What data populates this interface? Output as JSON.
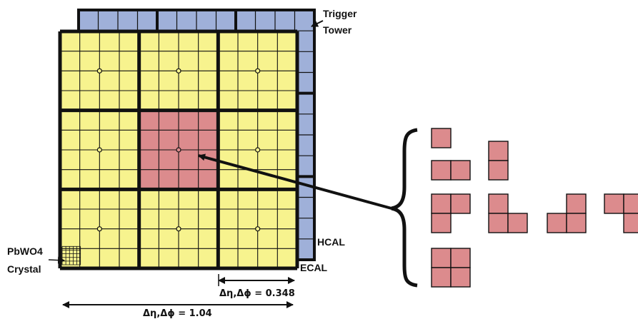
{
  "labels": {
    "trigger_line1": "Trigger",
    "trigger_line2": "Tower",
    "hcal": "HCAL",
    "ecal": "ECAL",
    "crystal_line1": "PbWO4",
    "crystal_line2": "Crystal",
    "small_dim": "Δη,Δϕ = 0.348",
    "large_dim": "Δη,Δϕ = 1.04"
  },
  "colors": {
    "ecal_fill": "#f7f38e",
    "hcal_fill": "#9fb0d9",
    "highlight_fill": "#dc8b8d",
    "outline": "#111111"
  },
  "ecal_grid": {
    "towers_per_side": 3,
    "cells_per_tower": 4,
    "highlight_tower": [
      1,
      1
    ]
  },
  "patterns": [
    {
      "id": "single",
      "cells": [
        [
          0,
          0
        ]
      ]
    },
    {
      "id": "horizontal-pair",
      "cells": [
        [
          0,
          0
        ],
        [
          1,
          0
        ]
      ]
    },
    {
      "id": "vertical-pair",
      "cells": [
        [
          0,
          0
        ],
        [
          0,
          1
        ]
      ]
    },
    {
      "id": "L-shape-a",
      "cells": [
        [
          0,
          0
        ],
        [
          1,
          0
        ],
        [
          0,
          1
        ]
      ]
    },
    {
      "id": "L-shape-b",
      "cells": [
        [
          0,
          0
        ],
        [
          0,
          1
        ],
        [
          1,
          1
        ]
      ]
    },
    {
      "id": "L-shape-c",
      "cells": [
        [
          1,
          0
        ],
        [
          0,
          1
        ],
        [
          1,
          1
        ]
      ]
    },
    {
      "id": "L-shape-d",
      "cells": [
        [
          0,
          0
        ],
        [
          1,
          0
        ],
        [
          1,
          1
        ]
      ]
    },
    {
      "id": "square",
      "cells": [
        [
          0,
          0
        ],
        [
          1,
          0
        ],
        [
          0,
          1
        ],
        [
          1,
          1
        ]
      ]
    }
  ]
}
